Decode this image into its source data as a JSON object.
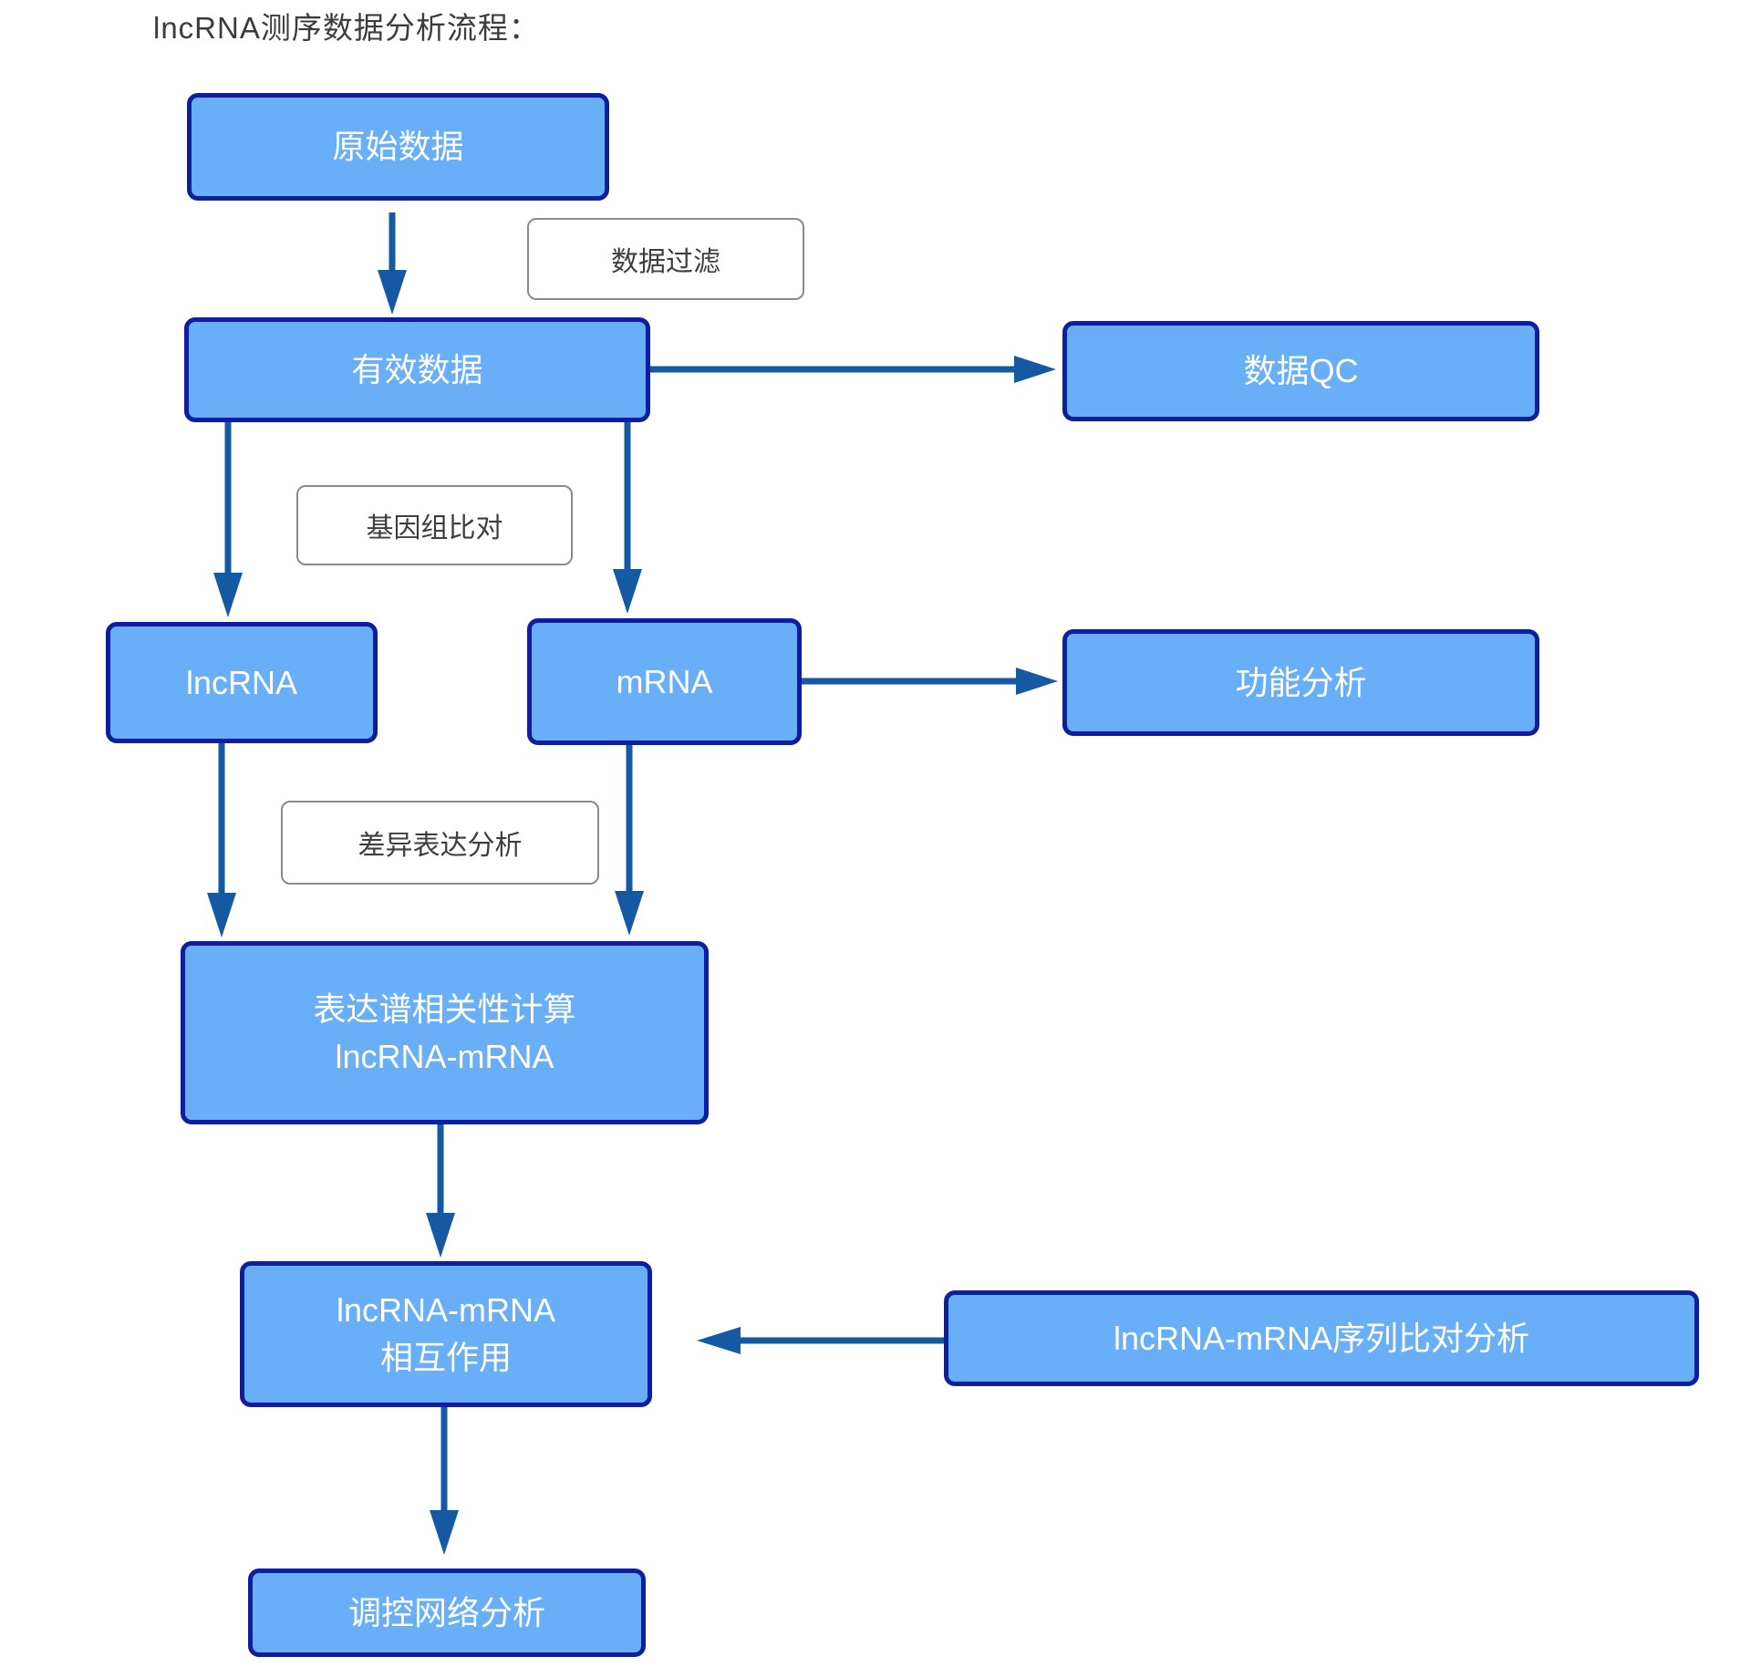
{
  "title": "lncRNA测序数据分析流程：",
  "colors": {
    "node_fill": "#69aff8",
    "node_border": "#0d1f9f",
    "node_text": "#ffffff",
    "arrow": "#1559a3",
    "process_label_border": "#8a8a8a",
    "process_label_text": "#3e3e3e"
  },
  "nodes": {
    "raw": {
      "label": "原始数据"
    },
    "valid": {
      "label": "有效数据"
    },
    "qc": {
      "label": "数据QC"
    },
    "lncrna": {
      "label": "lncRNA"
    },
    "mrna": {
      "label": "mRNA"
    },
    "func": {
      "label": "功能分析"
    },
    "corr": {
      "line1": "表达谱相关性计算",
      "line2": "lncRNA-mRNA"
    },
    "interaction": {
      "line1": "lncRNA-mRNA",
      "line2": "相互作用"
    },
    "seqalign": {
      "label": "lncRNA-mRNA序列比对分析"
    },
    "network": {
      "label": "调控网络分析"
    }
  },
  "process_labels": {
    "filter": "数据过滤",
    "genome_align": "基因组比对",
    "diff_expr": "差异表达分析"
  },
  "edges": [
    {
      "from": "原始数据",
      "to": "有效数据",
      "via": "数据过滤"
    },
    {
      "from": "有效数据",
      "to": "数据QC"
    },
    {
      "from": "有效数据",
      "to": "lncRNA",
      "via": "基因组比对"
    },
    {
      "from": "有效数据",
      "to": "mRNA",
      "via": "基因组比对"
    },
    {
      "from": "mRNA",
      "to": "功能分析"
    },
    {
      "from": "lncRNA",
      "to": "表达谱相关性计算 lncRNA-mRNA",
      "via": "差异表达分析"
    },
    {
      "from": "mRNA",
      "to": "表达谱相关性计算 lncRNA-mRNA",
      "via": "差异表达分析"
    },
    {
      "from": "表达谱相关性计算 lncRNA-mRNA",
      "to": "lncRNA-mRNA 相互作用"
    },
    {
      "from": "lncRNA-mRNA序列比对分析",
      "to": "lncRNA-mRNA 相互作用"
    },
    {
      "from": "lncRNA-mRNA 相互作用",
      "to": "调控网络分析"
    }
  ]
}
